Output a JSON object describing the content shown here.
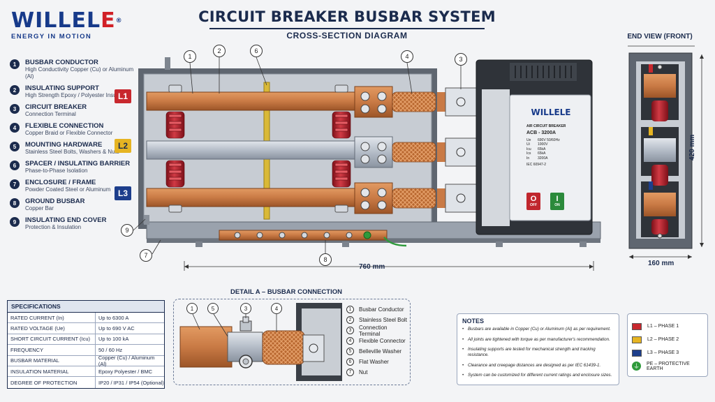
{
  "brand": {
    "logo_prefix": "WILLEL",
    "logo_e": "E",
    "reg": "®",
    "tagline": "ENERGY IN MOTION"
  },
  "title": "CIRCUIT BREAKER BUSBAR SYSTEM",
  "subtitle": "CROSS-SECTION DIAGRAM",
  "end_view_title": "END VIEW (FRONT)",
  "legend": [
    {
      "num": "1",
      "title": "BUSBAR CONDUCTOR",
      "desc": "High Conductivity Copper (Cu) or Aluminum (Al)"
    },
    {
      "num": "2",
      "title": "INSULATING SUPPORT",
      "desc": "High Strength Epoxy / Polyester Insulator"
    },
    {
      "num": "3",
      "title": "CIRCUIT BREAKER",
      "desc": "Connection Terminal"
    },
    {
      "num": "4",
      "title": "FLEXIBLE CONNECTION",
      "desc": "Copper Braid or Flexible Connector"
    },
    {
      "num": "5",
      "title": "MOUNTING HARDWARE",
      "desc": "Stainless Steel Bolts, Washers & Nuts"
    },
    {
      "num": "6",
      "title": "SPACER / INSULATING BARRIER",
      "desc": "Phase-to-Phase Isolation"
    },
    {
      "num": "7",
      "title": "ENCLOSURE / FRAME",
      "desc": "Powder Coated Steel or Aluminum"
    },
    {
      "num": "8",
      "title": "GROUND BUSBAR",
      "desc": "Copper Bar"
    },
    {
      "num": "9",
      "title": "INSULATING END COVER",
      "desc": "Protection & Insulation"
    }
  ],
  "phases": {
    "l1": "L1",
    "l2": "L2",
    "l3": "L3"
  },
  "callouts": [
    "1",
    "2",
    "6",
    "4",
    "3",
    "9",
    "7",
    "8"
  ],
  "dimensions": {
    "length": "760 mm",
    "height": "420 mm",
    "width": "160 mm"
  },
  "breaker": {
    "logo": "WILLELE",
    "type": "AIR CIRCUIT BREAKER",
    "model": "ACB - 3200A",
    "ratings": [
      {
        "k": "Ue",
        "v": "690V  50/60Hz"
      },
      {
        "k": "Ui",
        "v": "1000V"
      },
      {
        "k": "Icu",
        "v": "65kA"
      },
      {
        "k": "Ics",
        "v": "65kA"
      },
      {
        "k": "In",
        "v": "3200A"
      }
    ],
    "standard": "IEC 60947-2",
    "off_symbol": "O",
    "off_label": "OFF",
    "on_symbol": "I",
    "on_label": "ON"
  },
  "spec": {
    "heading": "SPECIFICATIONS",
    "rows": [
      {
        "k": "RATED CURRENT (In)",
        "v": "Up to 6300 A"
      },
      {
        "k": "RATED VOLTAGE (Ue)",
        "v": "Up to 690 V AC"
      },
      {
        "k": "SHORT CIRCUIT CURRENT (Icu)",
        "v": "Up to 100 kA"
      },
      {
        "k": "FREQUENCY",
        "v": "50 / 60 Hz"
      },
      {
        "k": "BUSBAR MATERIAL",
        "v": "Copper (Cu) / Aluminum (Al)"
      },
      {
        "k": "INSULATION MATERIAL",
        "v": "Epoxy Polyester / BMC"
      },
      {
        "k": "DEGREE OF PROTECTION",
        "v": "IP20 / IP31 / IP54 (Optional)"
      }
    ]
  },
  "detail": {
    "title": "DETAIL A – BUSBAR CONNECTION",
    "callouts": [
      "1",
      "5",
      "3",
      "4"
    ],
    "items": [
      {
        "num": "1",
        "label": "Busbar Conductor"
      },
      {
        "num": "2",
        "label": "Stainless Steel Bolt"
      },
      {
        "num": "3",
        "label": "Connection Terminal"
      },
      {
        "num": "4",
        "label": "Flexible Connector"
      },
      {
        "num": "5",
        "label": "Belleville Washer"
      },
      {
        "num": "6",
        "label": "Flat Washer"
      },
      {
        "num": "7",
        "label": "Nut"
      }
    ]
  },
  "notes": {
    "heading": "NOTES",
    "items": [
      "Busbars are available in Copper (Cu) or Aluminum (Al) as per requirement.",
      "All joints are tightened with torque as per manufacturer's recommendation.",
      "Insulating supports are tested for mechanical strength and tracking resistance.",
      "Clearance and creepage distances are designed as per IEC 61439-1.",
      "System can be customized for different current ratings and enclosure sizes."
    ]
  },
  "phase_legend": [
    {
      "color": "#c8282e",
      "label": "L1 – PHASE 1"
    },
    {
      "color": "#e6b422",
      "label": "L2 – PHASE 2"
    },
    {
      "color": "#1d3e8c",
      "label": "L3 – PHASE 3"
    }
  ],
  "pe_label": "PE – PROTECTIVE EARTH",
  "colors": {
    "copper": "#c97a45",
    "insulator": "#b3222e",
    "navy": "#1b2b4d",
    "steel": "#a9b1bd"
  }
}
